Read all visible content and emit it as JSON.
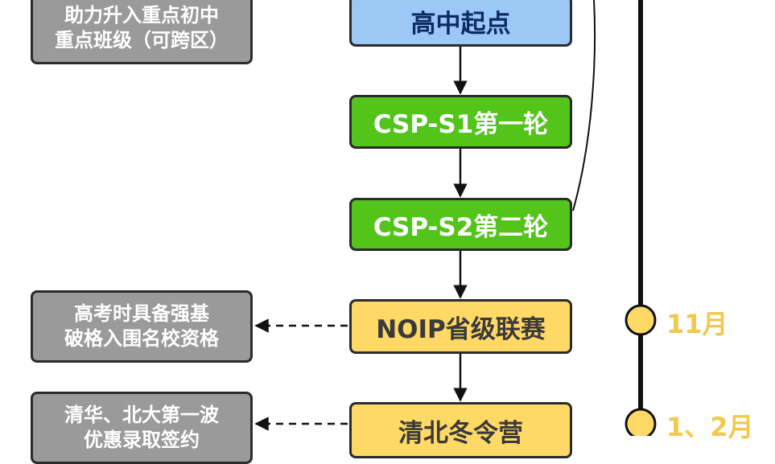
{
  "stages": [
    {
      "label": "高中起点",
      "color": "blue"
    },
    {
      "label": "CSP-S1第一轮",
      "color": "green"
    },
    {
      "label": "CSP-S2第二轮",
      "color": "green"
    },
    {
      "label": "NOIP省级联赛",
      "color": "yellow"
    },
    {
      "label": "清北冬令营",
      "color": "yellow"
    }
  ],
  "notes": [
    {
      "lines": [
        "助力升入重点初中",
        "重点班级（可跨区）"
      ]
    },
    {
      "lines": [
        "高考时具备强基",
        "破格入围名校资格"
      ]
    },
    {
      "lines": [
        "清华、北大第一波",
        "优惠录取签约"
      ]
    }
  ],
  "timeline": [
    {
      "month": "11月"
    },
    {
      "month": "1、2月"
    }
  ],
  "colors": {
    "blue": "#9cc8f5",
    "green": "#52c41a",
    "yellow": "#ffd966",
    "gray": "#9a9a9a",
    "timeline_dot": "#ffd966",
    "month_text": "#f2c94c"
  }
}
